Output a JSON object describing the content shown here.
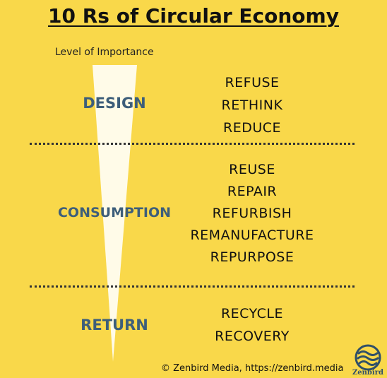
{
  "title": "10 Rs of Circular Economy",
  "subtitle": "Level of Importance",
  "categories": [
    {
      "name": "DESIGN",
      "items": [
        "REFUSE",
        "RETHINK",
        "REDUCE"
      ]
    },
    {
      "name": "CONSUMPTION",
      "items": [
        "REUSE",
        "REPAIR",
        "REFURBISH",
        "REMANUFACTURE",
        "REPURPOSE"
      ]
    },
    {
      "name": "RETURN",
      "items": [
        "RECYCLE",
        "RECOVERY"
      ]
    }
  ],
  "footer": "© Zenbird Media, https://zenbird.media",
  "logo": {
    "text": "Zenbird"
  },
  "colors": {
    "background": "#f9d84a",
    "category": "#3d5e7a",
    "wedge": "#fffbe8",
    "logo": "#2f4f68"
  }
}
